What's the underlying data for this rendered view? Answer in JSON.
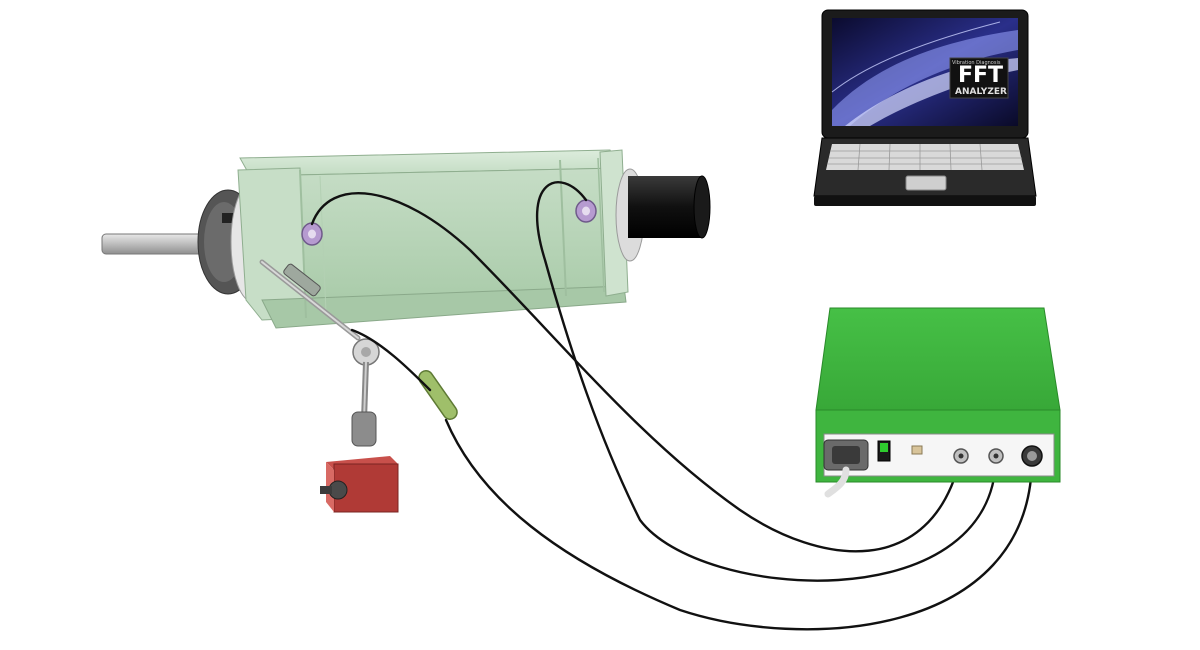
{
  "laptop": {
    "screen_brand": "FFT",
    "screen_caption": "ANALYZER",
    "screen_small": "Vibration Diagnosis"
  },
  "colors": {
    "spindle_body": "#b9d8b9",
    "analyzer_box": "#3fb53f",
    "magnet_base": "#b03a36",
    "cable": "#111111"
  }
}
